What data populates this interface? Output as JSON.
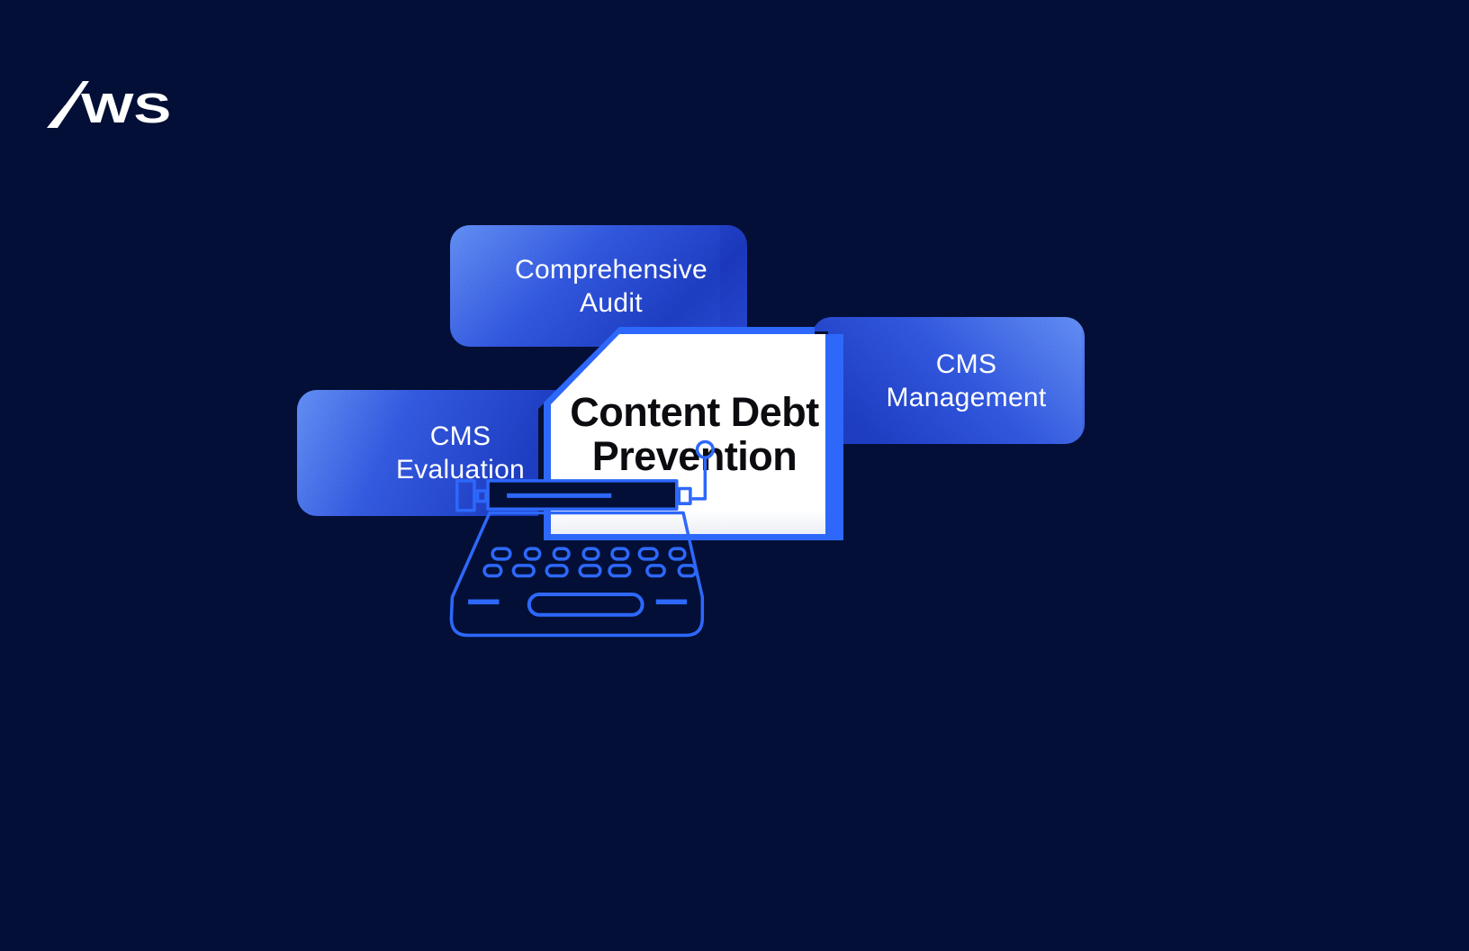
{
  "logo": {
    "text": "WS",
    "icon": "swoosh-logo-icon"
  },
  "diagram": {
    "center_card": {
      "line1": "Content Debt",
      "line2": "Prevention"
    },
    "boxes": [
      {
        "id": "comprehensive-audit",
        "line1": "Comprehensive",
        "line2": "Audit"
      },
      {
        "id": "cms-management",
        "line1": "CMS",
        "line2": "Management"
      },
      {
        "id": "cms-evaluation",
        "line1": "CMS",
        "line2": "Evaluation"
      }
    ],
    "illustration": "typewriter-outline-icon"
  },
  "colors": {
    "background": "#030f36",
    "line_accent": "#2d68fb",
    "box_gradient_light": "#5b83f2",
    "box_gradient_dark": "#1b38bb",
    "paper": "#ffffff",
    "title_text": "#0b0b10",
    "box_text": "#ffffff",
    "logo": "#ffffff"
  }
}
